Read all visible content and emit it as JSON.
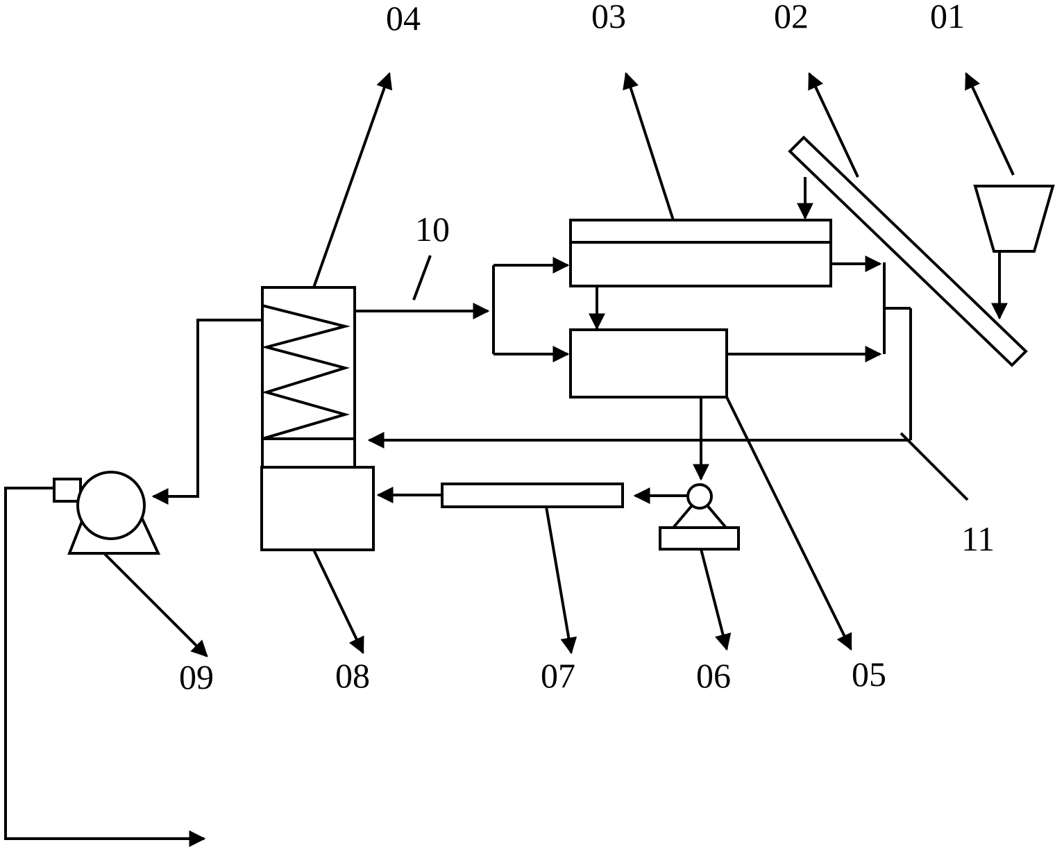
{
  "labels": {
    "l01": "01",
    "l02": "02",
    "l03": "03",
    "l04": "04",
    "l05": "05",
    "l06": "06",
    "l07": "07",
    "l08": "08",
    "l09": "09",
    "l10": "10",
    "l11": "11"
  },
  "colors": {
    "ink": "#000000",
    "background": "#ffffff"
  }
}
